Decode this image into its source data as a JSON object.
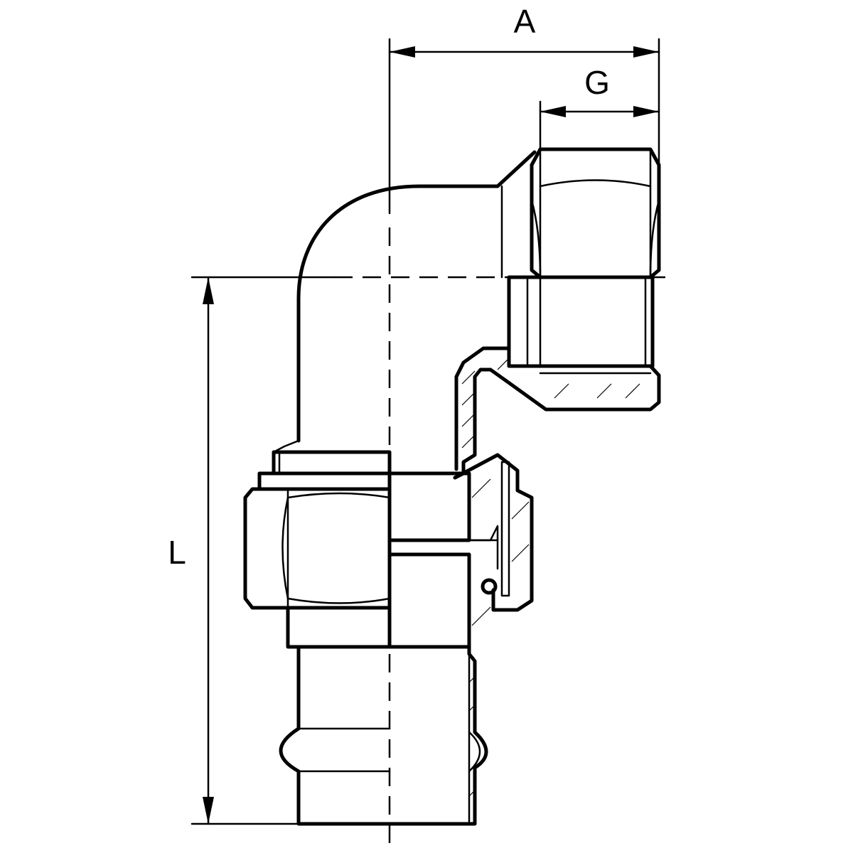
{
  "drawing": {
    "dimensions": {
      "A": "A",
      "G": "G",
      "L": "L"
    }
  }
}
